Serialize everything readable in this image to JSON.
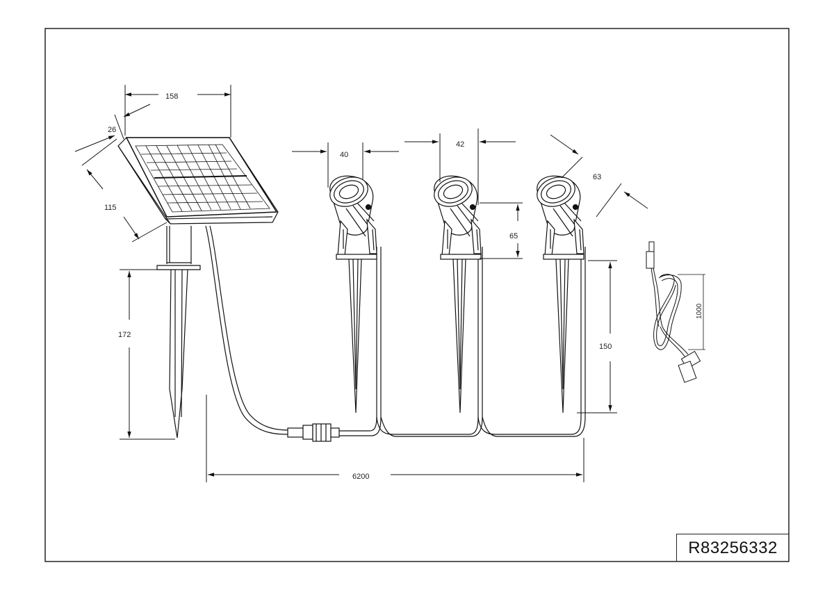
{
  "drawing": {
    "reference_code": "R83256332",
    "dimensions": {
      "panel_width": "158",
      "panel_thickness": "26",
      "panel_depth": "115",
      "stake_height": "172",
      "spot_diameter": "40",
      "spot_width": "42",
      "spot_head_length": "63",
      "spot_body_height": "65",
      "spot_stake_height": "150",
      "cable_length": "6200",
      "usb_cable_length": "1000"
    }
  }
}
